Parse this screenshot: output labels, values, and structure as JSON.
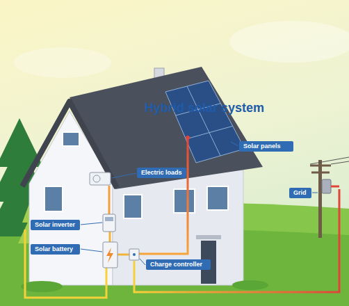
{
  "diagram": {
    "title": "Hybrid solar system",
    "nodes": [
      {
        "text": [
          "Solar panels"
        ]
      },
      {
        "text": [
          "Electric loads"
        ]
      },
      {
        "text": [
          "Grid"
        ]
      },
      {
        "text": [
          "Solar inverter"
        ]
      },
      {
        "text": [
          "Solar battery"
        ]
      },
      {
        "text": [
          "Charge controller"
        ]
      }
    ]
  }
}
